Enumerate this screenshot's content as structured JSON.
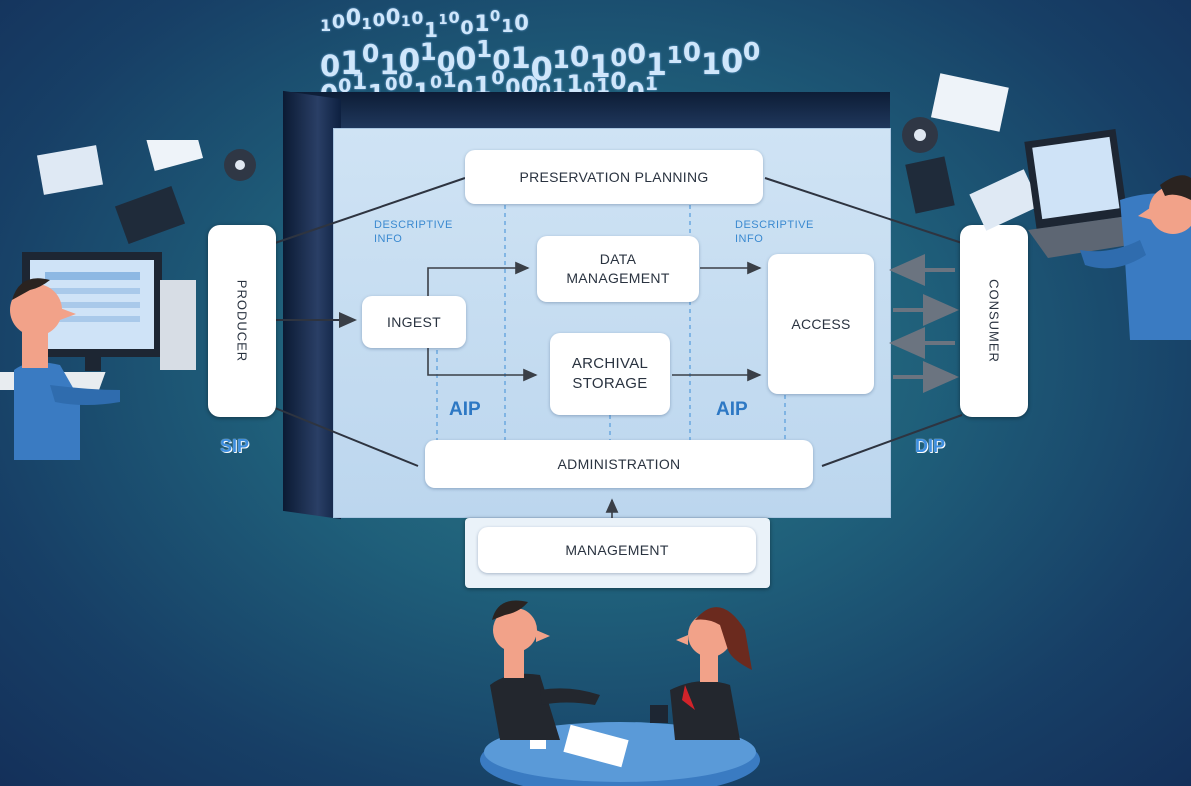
{
  "binary_strings": [
    "0011001010100001101001",
    "01010100101010100110100",
    "1001001011001010"
  ],
  "diagram": {
    "preservation_planning": "PRESERVATION PLANNING",
    "descriptive_info_left": "DESCRIPTIVE\nINFO",
    "descriptive_info_right": "DESCRIPTIVE\nINFO",
    "data_management": "DATA\nMANAGEMENT",
    "ingest": "INGEST",
    "archival_storage": "ARCHIVAL\nSTORAGE",
    "access": "ACCESS",
    "aip_left": "AIP",
    "aip_right": "AIP",
    "administration": "ADMINISTRATION",
    "management": "MANAGEMENT",
    "producer": "PRODUCER",
    "consumer": "CONSUMER",
    "sip": "SIP",
    "dip": "DIP"
  },
  "colors": {
    "background": "#1f5f7a",
    "panel": "#c5dcf0",
    "label_blue": "#3b8ad0",
    "box_text": "#2a3340"
  },
  "icons": [
    "producer-person-icon",
    "consumer-person-icon",
    "meeting-people-icon",
    "media-files-icon",
    "film-reel-icon",
    "laptop-icon"
  ]
}
